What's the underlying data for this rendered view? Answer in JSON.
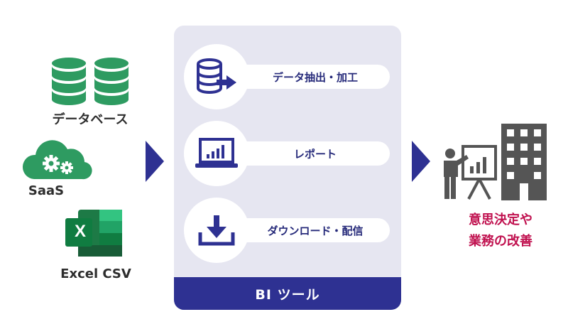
{
  "sources": {
    "database_label": "データベース",
    "saas_label": "SaaS",
    "excel_label": "Excel CSV",
    "excel_letter": "X"
  },
  "panel": {
    "features": [
      {
        "label": "データ抽出・加工",
        "icon": "database-export-icon"
      },
      {
        "label": "レポート",
        "icon": "laptop-chart-icon"
      },
      {
        "label": "ダウンロード・配信",
        "icon": "download-tray-icon"
      }
    ],
    "footer_label": "BI ツール"
  },
  "outcome": {
    "line1": "意思決定や",
    "line2": "業務の改善"
  },
  "colors": {
    "green": "#2e9b61",
    "navy": "#2e3192",
    "panel_bg": "#e6e6f1",
    "outcome_red": "#c0114f",
    "gray_icon": "#555555"
  }
}
